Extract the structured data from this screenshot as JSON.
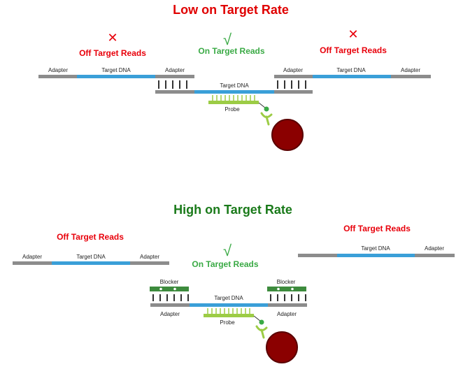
{
  "colors": {
    "off_target": "#e8000b",
    "on_target": "#3aaa45",
    "title_low": "#e00000",
    "title_high": "#1a7a1a",
    "adapter": "#8c8c8c",
    "target_dna": "#3a9fd8",
    "probe": "#9ccc45",
    "blocker": "#3d8b3d",
    "bead": "#8b0000",
    "bead_border": "#5a0000"
  },
  "top": {
    "title": "Low on Target Rate",
    "off_left": {
      "mark": "✕",
      "label": "Off Target Reads"
    },
    "on": {
      "mark": "√",
      "label": "On Target Reads"
    },
    "off_right": {
      "mark": "✕",
      "label": "Off Target Reads"
    },
    "labels": {
      "adapter": "Adapter",
      "target_dna": "Target DNA",
      "probe": "Probe"
    }
  },
  "bottom": {
    "title": "High on Target Rate",
    "off_left": {
      "label": "Off Target Reads"
    },
    "on": {
      "mark": "√",
      "label": "On Target Reads"
    },
    "off_right": {
      "label": "Off Target Reads"
    },
    "labels": {
      "adapter": "Adapter",
      "target_dna": "Target DNA",
      "probe": "Probe",
      "blocker": "Blocker"
    }
  }
}
